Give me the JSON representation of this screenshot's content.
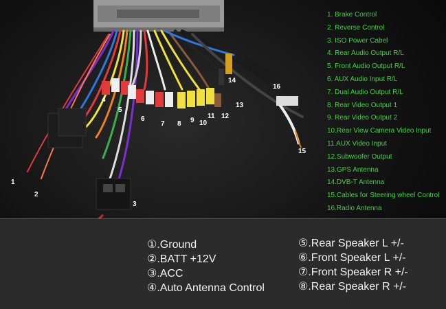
{
  "legend": [
    "1. Brake Control",
    "2. Reverse Control",
    "3. ISO Power Cabel",
    "4. Rear Audio Output R/L",
    "5. Front Audio Output R/L",
    "6. AUX Audio Input R/L",
    "7. Dual Audio Output R/L",
    "8. Rear Video Output 1",
    "9. Rear Video Output 2",
    "10.Rear View Camera Video Input",
    "11.AUX Video Input",
    "12.Subwoofer Output",
    "13.GPS Antenna",
    "14.DVB-T Antenna",
    "15.Cables for Steering wheel Control",
    "16.Radio Antenna"
  ],
  "callouts": [
    "1",
    "2",
    "3",
    "4",
    "5",
    "6",
    "7",
    "8",
    "9",
    "10",
    "11",
    "12",
    "13",
    "14",
    "15",
    "16"
  ],
  "pins_left": [
    "①.Ground",
    "②.BATT +12V",
    "③.ACC",
    "④.Auto Antenna Control"
  ],
  "pins_right": [
    "⑤.Rear Speaker L +/-",
    "⑥.Front Speaker L +/-",
    "⑦.Front Speaker R +/-",
    "⑧.Rear Speaker R +/-"
  ],
  "connector_pins": [
    "①",
    "②",
    "③",
    "④",
    "⑤",
    "⑥",
    "⑦",
    "⑧"
  ],
  "colors": {
    "legend_text": "#3fd33f",
    "pin_badge": "#e8d62a",
    "arrow": "#e02020"
  }
}
